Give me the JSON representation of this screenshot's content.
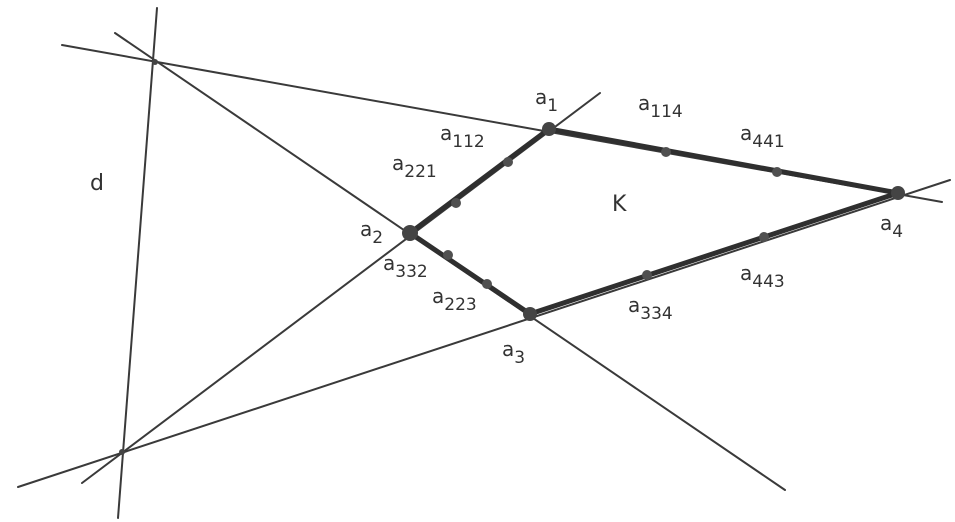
{
  "labels": {
    "d": "d",
    "K": "K",
    "a1": {
      "base": "a",
      "sub": "1"
    },
    "a2": {
      "base": "a",
      "sub": "2"
    },
    "a3": {
      "base": "a",
      "sub": "3"
    },
    "a4": {
      "base": "a",
      "sub": "4"
    },
    "a112": {
      "base": "a",
      "sub": "112"
    },
    "a221": {
      "base": "a",
      "sub": "221"
    },
    "a114": {
      "base": "a",
      "sub": "114"
    },
    "a441": {
      "base": "a",
      "sub": "441"
    },
    "a332": {
      "base": "a",
      "sub": "332"
    },
    "a223": {
      "base": "a",
      "sub": "223"
    },
    "a334": {
      "base": "a",
      "sub": "334"
    },
    "a443": {
      "base": "a",
      "sub": "443"
    }
  }
}
